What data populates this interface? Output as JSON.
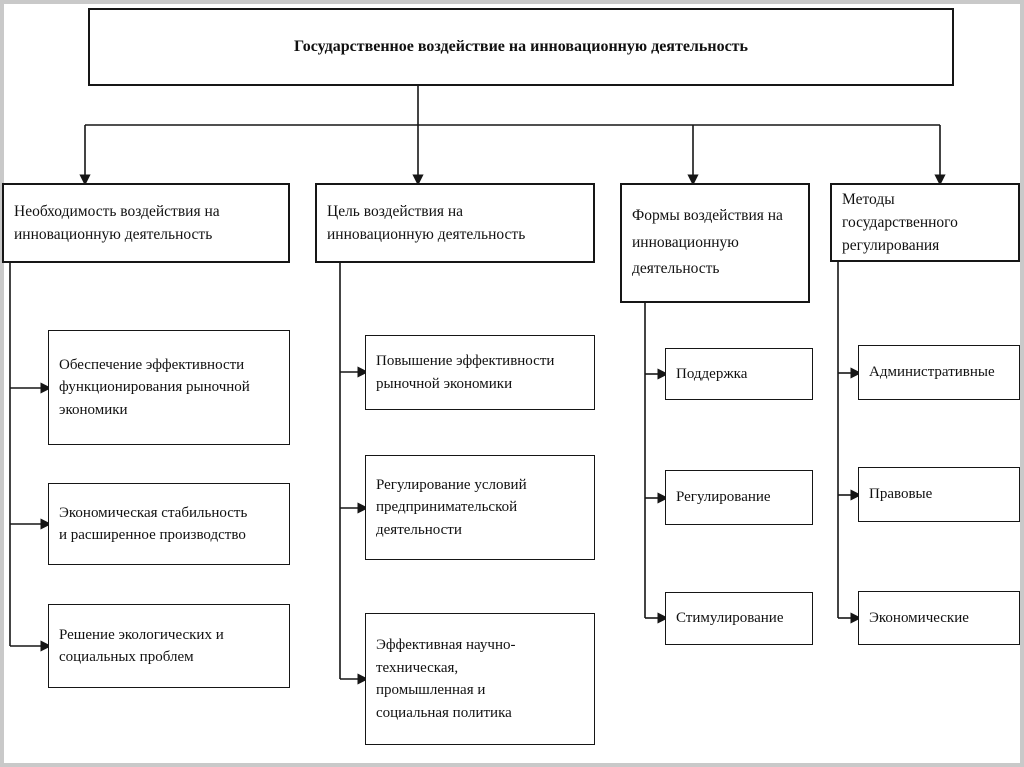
{
  "diagram": {
    "title": "Государственное воздействие на инновационную деятельность",
    "columns": [
      {
        "header": "Необходимость воздействия на\nинновационную деятельность",
        "items": [
          "Обеспечение эффективности\nфункционирования рыночной\nэкономики",
          "Экономическая стабильность\nи расширенное производство",
          "Решение экологических и\nсоциальных проблем"
        ]
      },
      {
        "header": "Цель воздействия на\nинновационную деятельность",
        "items": [
          "Повышение эффективности\nрыночной экономики",
          "Регулирование условий\nпредпринимательской\nдеятельности",
          "Эффективная научно-\nтехническая,\nпромышленная и\nсоциальная политика"
        ]
      },
      {
        "header": "Формы воздействия на\nинновационную\nдеятельность",
        "items": [
          "Поддержка",
          "Регулирование",
          "Стимулирование"
        ]
      },
      {
        "header": "Методы\nгосударственного\nрегулирования",
        "items": [
          "Административные",
          "Правовые",
          "Экономические"
        ]
      }
    ]
  },
  "colors": {
    "background": "#ffffff",
    "box_border": "#161616",
    "line": "#161616",
    "frame_border": "#c9c9c9"
  }
}
